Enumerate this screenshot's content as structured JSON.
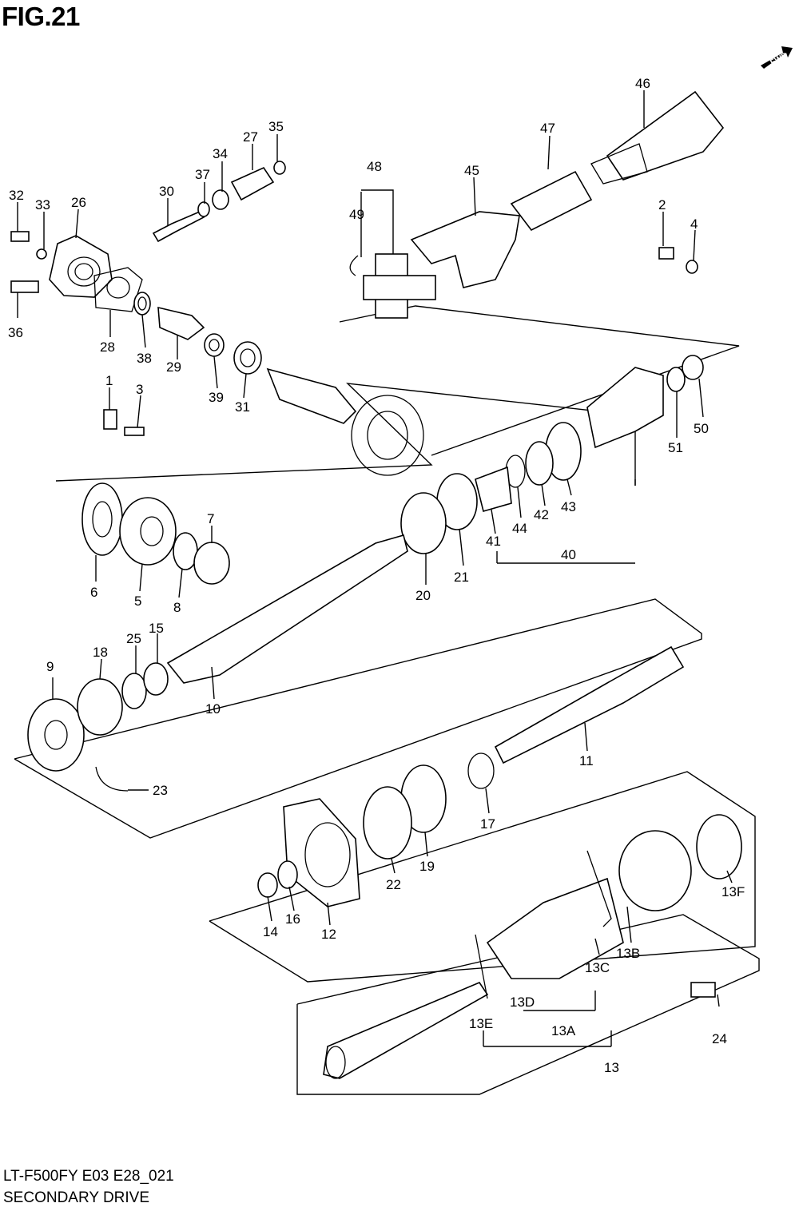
{
  "figure": {
    "title": "FIG.21",
    "fwd": "FWD"
  },
  "footer": {
    "model_code": "LT-F500FY E03 E28_021",
    "name": "SECONDARY DRIVE"
  },
  "callouts": {
    "c1": "1",
    "c2": "2",
    "c3": "3",
    "c4": "4",
    "c5": "5",
    "c6": "6",
    "c7": "7",
    "c8": "8",
    "c9": "9",
    "c10": "10",
    "c11": "11",
    "c12": "12",
    "c13": "13",
    "c13A": "13A",
    "c13B": "13B",
    "c13C": "13C",
    "c13D": "13D",
    "c13E": "13E",
    "c13F": "13F",
    "c14": "14",
    "c15": "15",
    "c16": "16",
    "c17": "17",
    "c18": "18",
    "c19": "19",
    "c20": "20",
    "c21": "21",
    "c22": "22",
    "c23": "23",
    "c24": "24",
    "c25": "25",
    "c26": "26",
    "c27": "27",
    "c28": "28",
    "c29": "29",
    "c30": "30",
    "c31": "31",
    "c32": "32",
    "c33": "33",
    "c34": "34",
    "c35": "35",
    "c36": "36",
    "c37": "37",
    "c38": "38",
    "c39": "39",
    "c40": "40",
    "c41": "41",
    "c42": "42",
    "c43": "43",
    "c44": "44",
    "c45": "45",
    "c46": "46",
    "c47": "47",
    "c48": "48",
    "c49": "49",
    "c50": "50",
    "c51": "51"
  }
}
